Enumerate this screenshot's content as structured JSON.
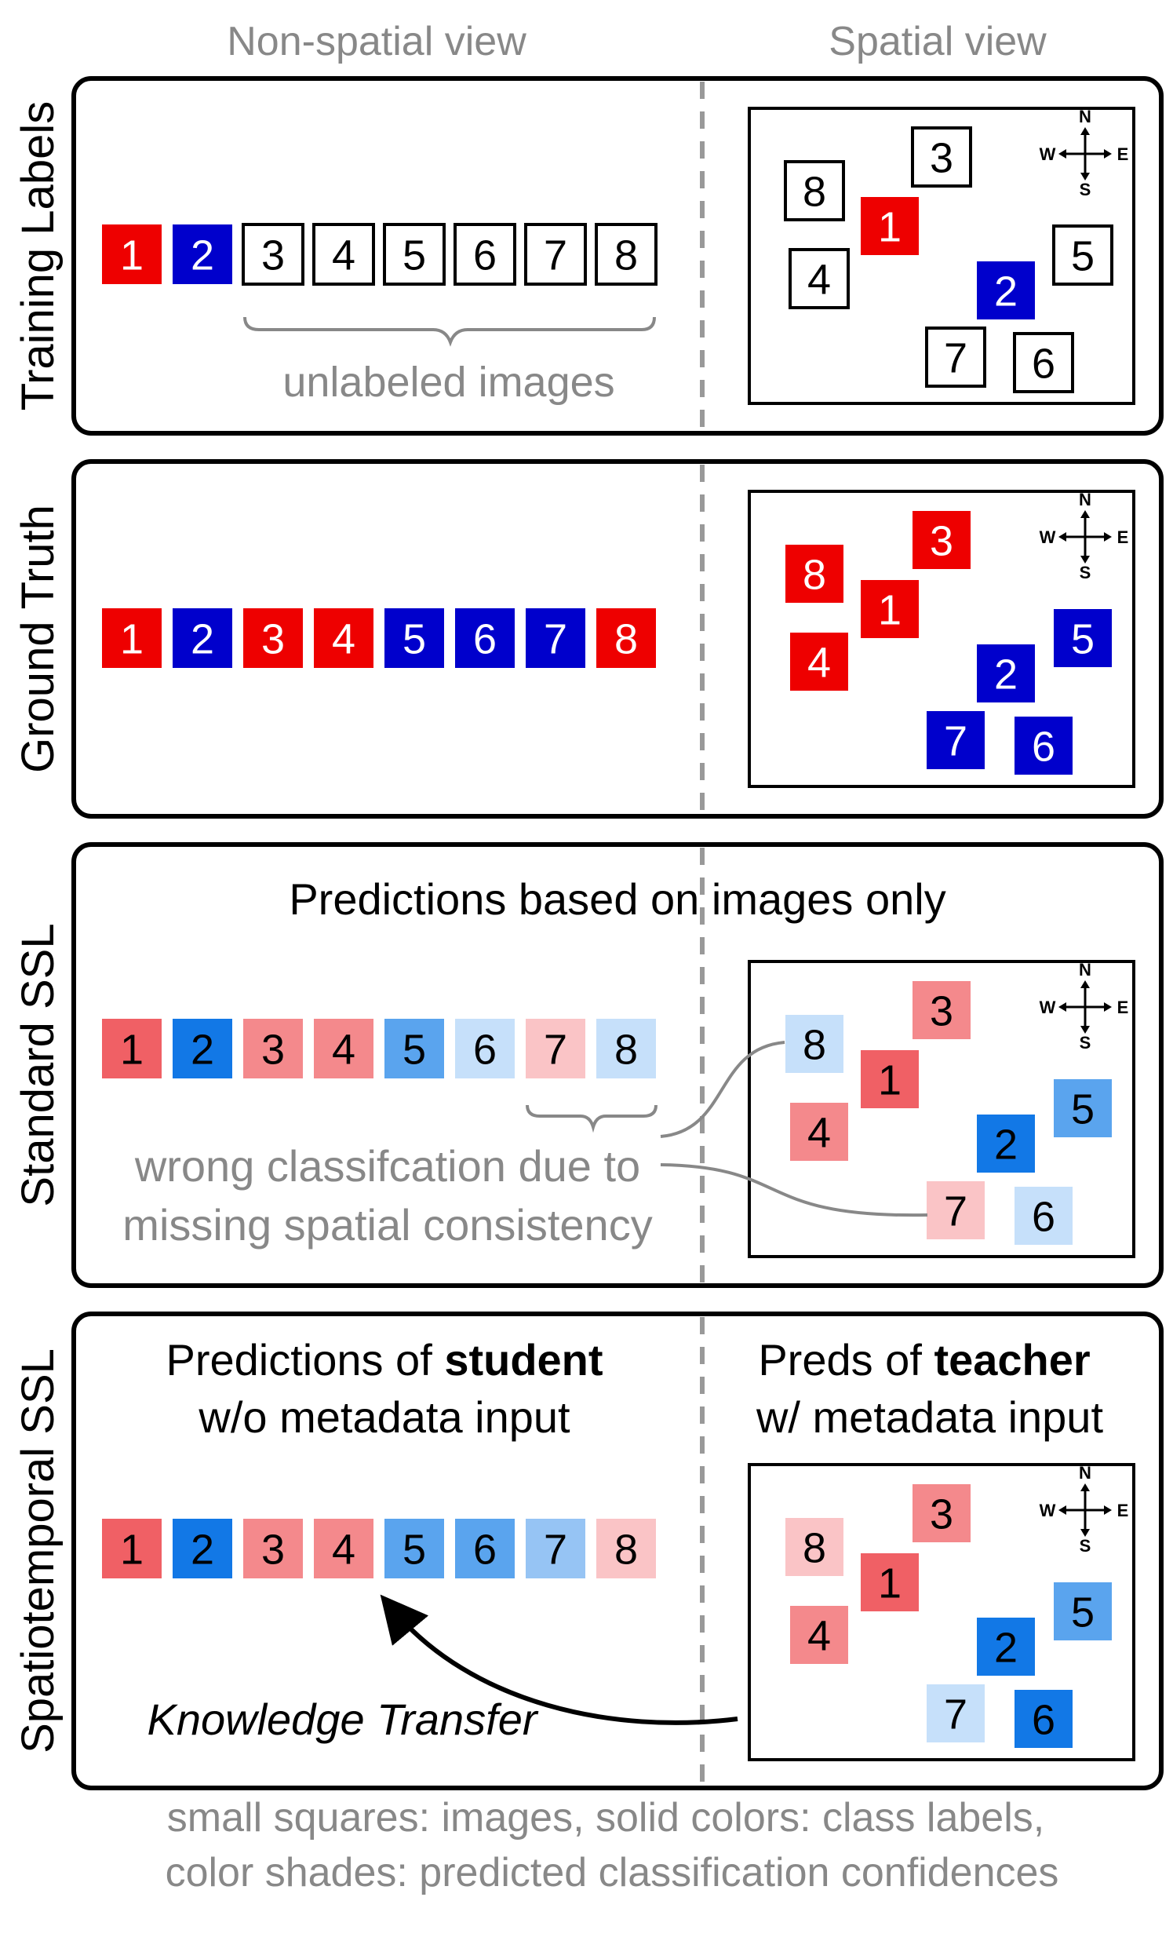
{
  "colors": {
    "solid_red": "#ee0000",
    "solid_blue": "#0000cc",
    "red_dark": "#f06065",
    "red_mid": "#f4898c",
    "red_light": "#fac4c6",
    "blue_dark": "#1278e6",
    "blue_mid": "#5aa4ee",
    "blue_light": "#96c4f4",
    "blue_pale": "#c6e0fa",
    "gray_text": "#888888",
    "panel_border": "#000000",
    "divider": "#999999"
  },
  "headers": {
    "left": "Non-spatial view",
    "right": "Spatial view"
  },
  "compass": {
    "n": "N",
    "s": "S",
    "e": "E",
    "w": "W"
  },
  "panels": [
    {
      "id": "training",
      "row_label": "Training Labels",
      "squares": [
        {
          "n": "1",
          "style": "solid_red"
        },
        {
          "n": "2",
          "style": "solid_blue"
        },
        {
          "n": "3",
          "style": "unlabeled"
        },
        {
          "n": "4",
          "style": "unlabeled"
        },
        {
          "n": "5",
          "style": "unlabeled"
        },
        {
          "n": "6",
          "style": "unlabeled"
        },
        {
          "n": "7",
          "style": "unlabeled"
        },
        {
          "n": "8",
          "style": "unlabeled"
        }
      ],
      "annotation": "unlabeled images"
    },
    {
      "id": "groundtruth",
      "row_label": "Ground Truth",
      "squares": [
        {
          "n": "1",
          "style": "solid_red"
        },
        {
          "n": "2",
          "style": "solid_blue"
        },
        {
          "n": "3",
          "style": "solid_red"
        },
        {
          "n": "4",
          "style": "solid_red"
        },
        {
          "n": "5",
          "style": "solid_blue"
        },
        {
          "n": "6",
          "style": "solid_blue"
        },
        {
          "n": "7",
          "style": "solid_blue"
        },
        {
          "n": "8",
          "style": "solid_red"
        }
      ]
    },
    {
      "id": "standard",
      "row_label": "Standard SSL",
      "title": "Predictions based on images only",
      "squares": [
        {
          "n": "1",
          "style": "red_dark"
        },
        {
          "n": "2",
          "style": "blue_dark"
        },
        {
          "n": "3",
          "style": "red_mid"
        },
        {
          "n": "4",
          "style": "red_mid"
        },
        {
          "n": "5",
          "style": "blue_mid"
        },
        {
          "n": "6",
          "style": "blue_pale"
        },
        {
          "n": "7",
          "style": "red_light"
        },
        {
          "n": "8",
          "style": "blue_pale"
        }
      ],
      "annotation_line1": "wrong classifcation due to",
      "annotation_line2": "missing spatial consistency"
    },
    {
      "id": "spatiotemporal",
      "row_label": "Spatiotemporal SSL",
      "left_title_line1_pre": "Predictions of ",
      "left_title_line1_bold": "student",
      "left_title_line2": "w/o metadata input",
      "right_title_line1_pre": "Preds of ",
      "right_title_line1_bold": "teacher",
      "right_title_line2": "w/ metadata input",
      "squares": [
        {
          "n": "1",
          "style": "red_dark"
        },
        {
          "n": "2",
          "style": "blue_dark"
        },
        {
          "n": "3",
          "style": "red_mid"
        },
        {
          "n": "4",
          "style": "red_mid"
        },
        {
          "n": "5",
          "style": "blue_mid"
        },
        {
          "n": "6",
          "style": "blue_mid"
        },
        {
          "n": "7",
          "style": "blue_light"
        },
        {
          "n": "8",
          "style": "red_light"
        }
      ],
      "arrow_label": "Knowledge Transfer"
    }
  ],
  "spatial_maps": {
    "training": {
      "1": "solid_red",
      "2": "solid_blue",
      "3": "unlabeled",
      "4": "unlabeled",
      "5": "unlabeled",
      "6": "unlabeled",
      "7": "unlabeled",
      "8": "unlabeled"
    },
    "groundtruth": {
      "1": "solid_red",
      "2": "solid_blue",
      "3": "solid_red",
      "4": "solid_red",
      "5": "solid_blue",
      "6": "solid_blue",
      "7": "solid_blue",
      "8": "solid_red"
    },
    "standard": {
      "1": "red_dark",
      "2": "blue_dark",
      "3": "red_mid",
      "4": "red_mid",
      "5": "blue_mid",
      "6": "blue_pale",
      "7": "red_light",
      "8": "blue_pale"
    },
    "spatiotemporal": {
      "1": "red_dark",
      "2": "blue_dark",
      "3": "red_mid",
      "4": "red_mid",
      "5": "blue_mid",
      "6": "blue_dark",
      "7": "blue_pale",
      "8": "red_light"
    }
  },
  "footer": {
    "line1": "small squares: images, solid colors: class labels,",
    "line2": "color shades: predicted classification confidences"
  }
}
